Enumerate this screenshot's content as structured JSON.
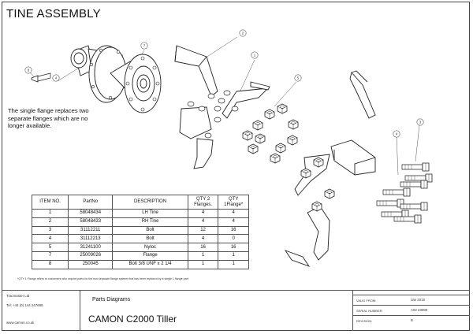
{
  "drawing": {
    "title": "TINE ASSEMBLY",
    "note": "The single flange replaces two separate flanges which are no longer available.",
    "callouts": [
      "1",
      "2",
      "3",
      "4",
      "5",
      "6",
      "7",
      "8"
    ]
  },
  "parts_table": {
    "headers": {
      "item": "ITEM NO.",
      "part": "PartNo",
      "desc": "DESCRIPTION",
      "qty2": "QTY 2 Flanges.",
      "qty1": "QTY 1Flange*"
    },
    "rows": [
      {
        "item": "1",
        "part": "58048434",
        "desc": "LH Tine",
        "qty2": "4",
        "qty1": "4"
      },
      {
        "item": "2",
        "part": "58048433",
        "desc": "RH Tine",
        "qty2": "4",
        "qty1": "4"
      },
      {
        "item": "3",
        "part": "31112211",
        "desc": "Bolt",
        "qty2": "12",
        "qty1": "16"
      },
      {
        "item": "4",
        "part": "31112213",
        "desc": "Bolt",
        "qty2": "4",
        "qty1": "0"
      },
      {
        "item": "5",
        "part": "31241100",
        "desc": "Nyloc",
        "qty2": "16",
        "qty1": "16"
      },
      {
        "item": "7",
        "part": "25009026",
        "desc": "Flange",
        "qty2": "1",
        "qty1": "1"
      },
      {
        "item": "8",
        "part": "250045",
        "desc": "Bolt 3/8 UNF x 2 1/4",
        "qty2": "1",
        "qty1": "1"
      }
    ],
    "footnote": "*QTY 1 Flange refers to customers who require parts for the two separate flange system that has been replaced by a single 1 flange part"
  },
  "title_block": {
    "company": "Tracmaster Ltd",
    "phone": "Tel: +44 (0) 144 247689",
    "website": "www.camon.co.uk",
    "subject": "Parts Diagrams",
    "model": "CAMON C2000 Tiller",
    "fields": [
      {
        "label": "VALID FROM:",
        "value": "Jan 2015"
      },
      {
        "label": "SERIAL NUMBER:",
        "value": "A02 23000"
      },
      {
        "label": "REVISION:",
        "value": "B"
      }
    ]
  }
}
